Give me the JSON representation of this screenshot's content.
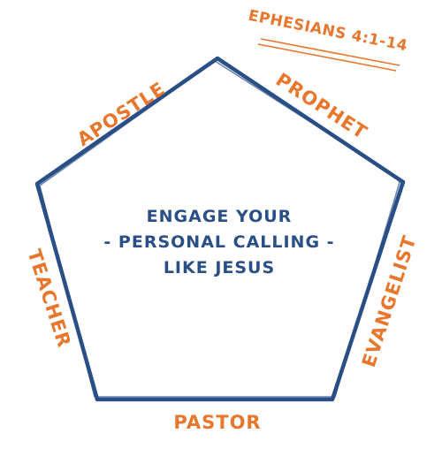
{
  "reference": "EPHESIANS 4:1-14",
  "center": {
    "line1": "ENGAGE YOUR",
    "line2": "- PERSONAL CALLING -",
    "line3": "LIKE JESUS"
  },
  "roles": {
    "apostle": "APOSTLE",
    "prophet": "PROPHET",
    "evangelist": "EVANGELIST",
    "pastor": "PASTOR",
    "teacher": "TEACHER"
  },
  "colors": {
    "accent": "#e8772e",
    "outline": "#2a4e86"
  }
}
